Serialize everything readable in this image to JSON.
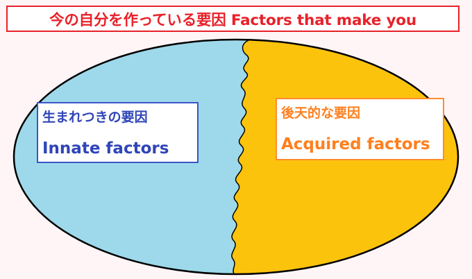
{
  "title": "今の自分を作っている要因 Factors that make you",
  "innate": {
    "label_jp": "生まれつきの要因",
    "label_en": "Innate factors"
  },
  "acquired": {
    "label_jp": "後天的な要因",
    "label_en": "Acquired factors"
  },
  "colors": {
    "background": "#fff5f7",
    "innate_fill": "#9dd9ea",
    "acquired_fill": "#fcc30d",
    "title_red": "#e8212a",
    "innate_text": "#2f45b8",
    "acquired_text": "#ff7f1e",
    "outline": "#000000"
  }
}
